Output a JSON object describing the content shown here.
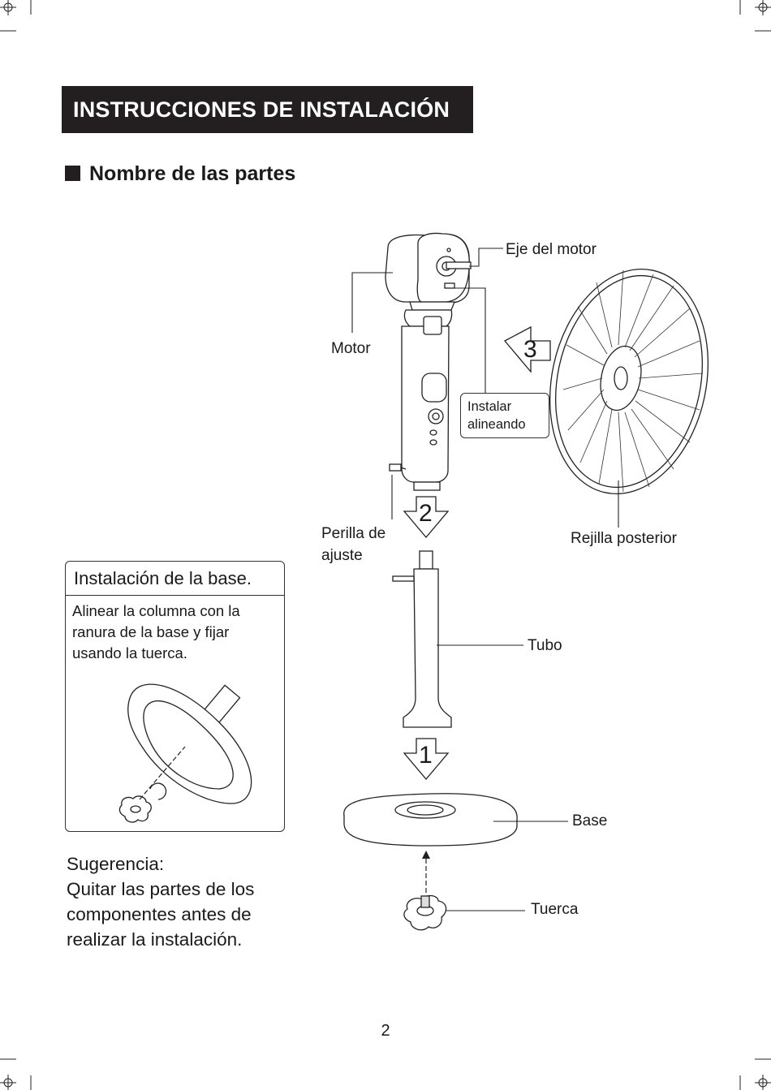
{
  "header": {
    "title": "INSTRUCCIONES DE INSTALACIÓN"
  },
  "section": {
    "title": "Nombre de las partes"
  },
  "parts": {
    "eje_motor": "Eje del motor",
    "motor": "Motor",
    "instalar": "Instalar",
    "alineando": "alineando",
    "perilla_1": "Perilla de",
    "perilla_2": "ajuste",
    "rejilla": "Rejilla posterior",
    "tubo": "Tubo",
    "base": "Base",
    "tuerca": "Tuerca"
  },
  "steps": {
    "s1": "1",
    "s2": "2",
    "s3": "3"
  },
  "base_box": {
    "title": "Instalación de la base.",
    "line1": "Alinear la columna con la",
    "line2": "ranura de la base y fijar",
    "line3": "usando la tuerca."
  },
  "tip": {
    "line1": "Sugerencia:",
    "line2": "Quitar las partes de los",
    "line3": "componentes antes de",
    "line4": "realizar la instalación."
  },
  "page_number": "2"
}
